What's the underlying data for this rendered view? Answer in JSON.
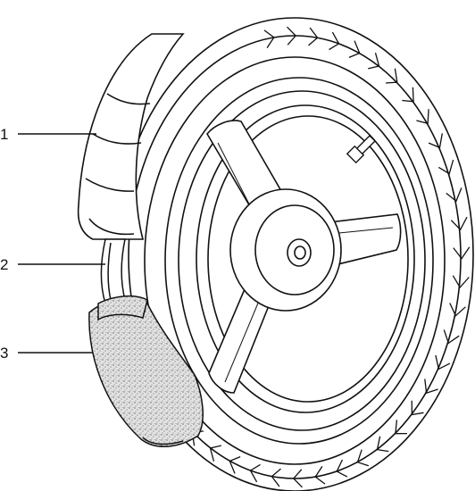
{
  "diagram": {
    "callouts": [
      {
        "number": "1",
        "part": "tyre"
      },
      {
        "number": "2",
        "part": "rim-strip"
      },
      {
        "number": "3",
        "part": "inner-tube"
      }
    ]
  },
  "colors": {
    "line": "#111111",
    "background": "#ffffff",
    "tube_fill": "#d8d8d8"
  }
}
